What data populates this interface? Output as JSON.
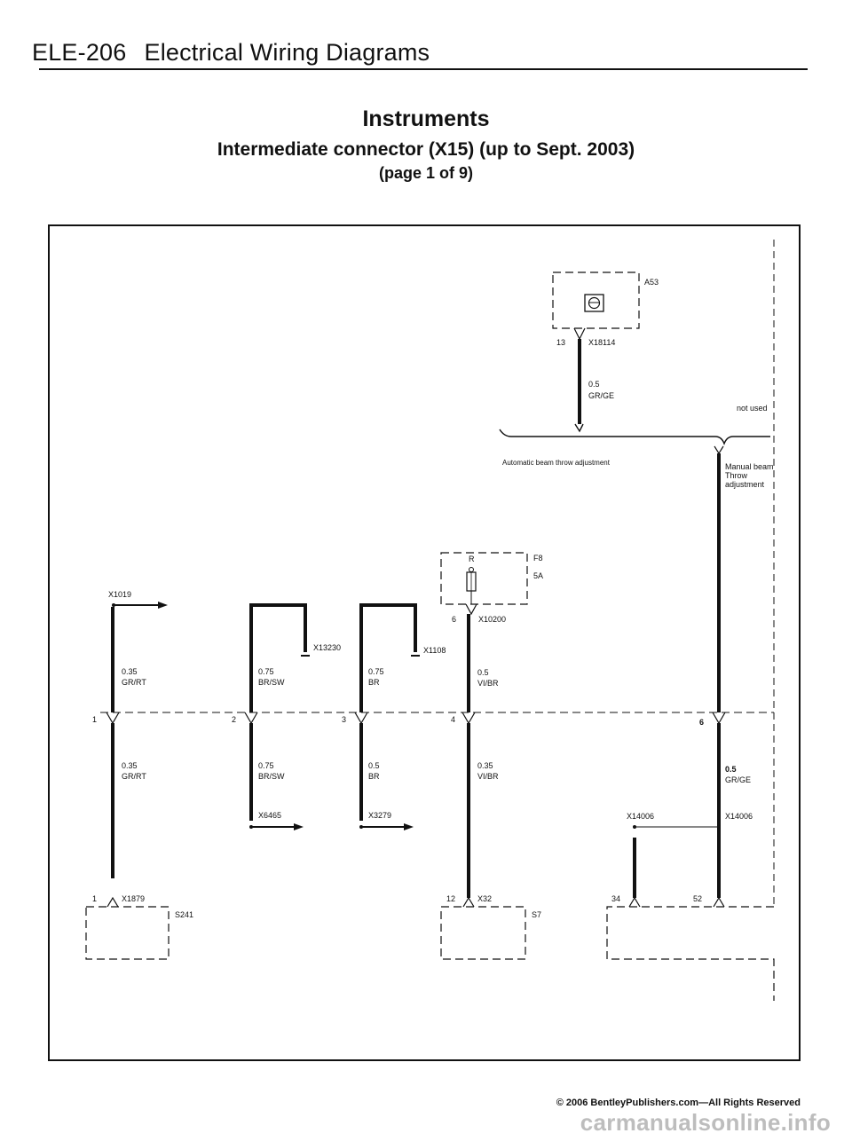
{
  "header": {
    "code": "ELE-206",
    "section": "Electrical Wiring Diagrams"
  },
  "title": {
    "main": "Instruments",
    "sub": "Intermediate connector (X15) (up to Sept. 2003)",
    "page": "(page 1 of 9)"
  },
  "diagram": {
    "top": {
      "a53": "A53",
      "pin13": "13",
      "x18114": "X18114",
      "gauge_top": "0.5",
      "color_top": "GR/GE",
      "not_used": "not used",
      "auto": "Automatic beam throw adjustment",
      "manual1": "Manual beam",
      "manual2": "Throw",
      "manual3": "adjustment"
    },
    "fuse": {
      "r": "R",
      "f8": "F8",
      "amps": "5A",
      "pin6": "6",
      "x10200": "X10200"
    },
    "upper_wires": {
      "x1019": "X1019",
      "x13230": "X13230",
      "x1108": "X1108",
      "w1_g": "0.35",
      "w1_c": "GR/RT",
      "w2_g": "0.75",
      "w2_c": "BR/SW",
      "w3_g": "0.75",
      "w3_c": "BR",
      "w4_g": "0.5",
      "w4_c": "VI/BR"
    },
    "connector": {
      "p1": "1",
      "p2": "2",
      "p3": "3",
      "p4": "4",
      "p6": "6"
    },
    "lower_wires": {
      "w1_g": "0.35",
      "w1_c": "GR/RT",
      "w2_g": "0.75",
      "w2_c": "BR/SW",
      "w3_g": "0.5",
      "w3_c": "BR",
      "w4_g": "0.35",
      "w4_c": "VI/BR",
      "w6_g": "0.5",
      "w6_c": "GR/GE",
      "x6465": "X6465",
      "x3279": "X3279",
      "x14006a": "X14006",
      "x14006b": "X14006"
    },
    "bottom": {
      "pin1": "1",
      "x1879": "X1879",
      "s241": "S241",
      "pin12": "12",
      "x32": "X32",
      "s7": "S7",
      "pin34": "34",
      "pin52": "52"
    }
  },
  "footer": {
    "copyright": "© 2006 BentleyPublishers.com—All Rights Reserved"
  },
  "watermark": "carmanualsonline.info"
}
